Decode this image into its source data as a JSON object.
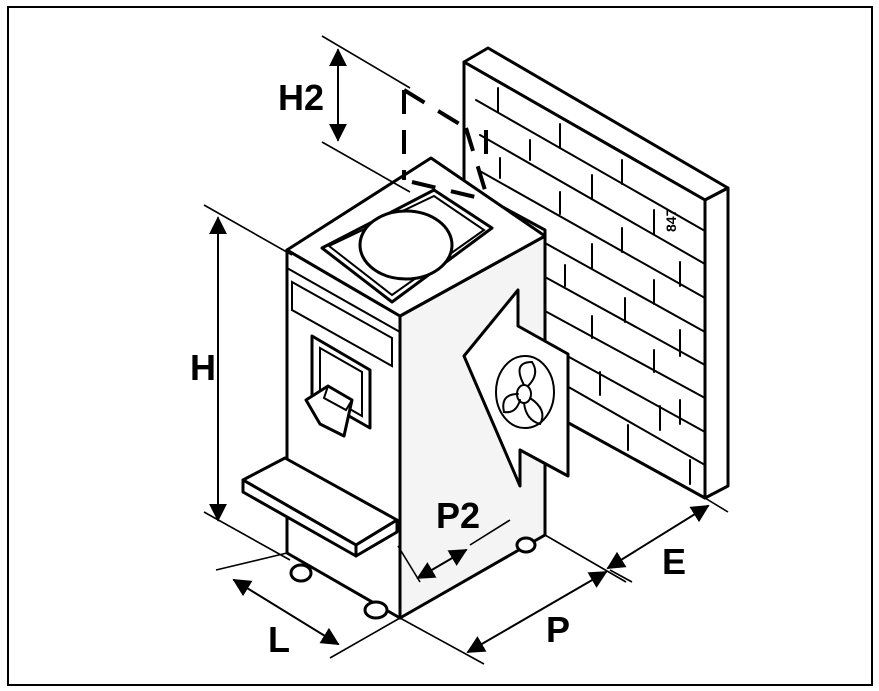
{
  "labels": {
    "h": "H",
    "h2": "H2",
    "p": "P",
    "p2": "P2",
    "l": "L",
    "e": "E",
    "code": "847"
  },
  "icons": {
    "fan": "fan-icon",
    "airflow": "arrow-left-icon",
    "wall": "brick-wall-icon",
    "machine": "ice-machine-icon"
  },
  "colors": {
    "ink": "#000000",
    "paper": "#ffffff"
  }
}
